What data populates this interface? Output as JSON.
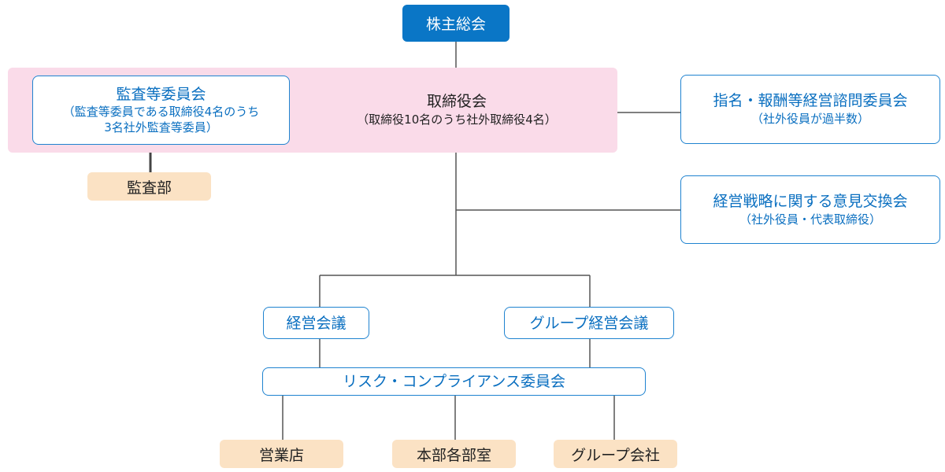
{
  "shareholders": {
    "label": "株主総会"
  },
  "audit_committee": {
    "title": "監査等委員会",
    "note_line1": "（監査等委員である取締役4名のうち",
    "note_line2": "3名社外監査等委員）"
  },
  "board": {
    "title": "取締役会",
    "note": "（取締役10名のうち社外取締役4名）"
  },
  "audit_dept": {
    "label": "監査部"
  },
  "nomination_committee": {
    "title": "指名・報酬等経営諮問委員会",
    "note": "（社外役員が過半数）"
  },
  "opinion_meeting": {
    "title": "経営戦略に関する意見交換会",
    "note": "（社外役員・代表取締役）"
  },
  "management_meeting": {
    "label": "経営会議"
  },
  "group_management_meeting": {
    "label": "グループ経営会議"
  },
  "risk_committee": {
    "label": "リスク・コンプライアンス委員会"
  },
  "branches": {
    "label": "営業店"
  },
  "hq_departments": {
    "label": "本部各部室"
  },
  "group_companies": {
    "label": "グループ会社"
  },
  "colors": {
    "primary_blue": "#0a76c6",
    "outline_blue": "#1f83d0",
    "board_pink": "#fadbe9",
    "peach": "#fbe2c4",
    "connector": "#555555"
  }
}
